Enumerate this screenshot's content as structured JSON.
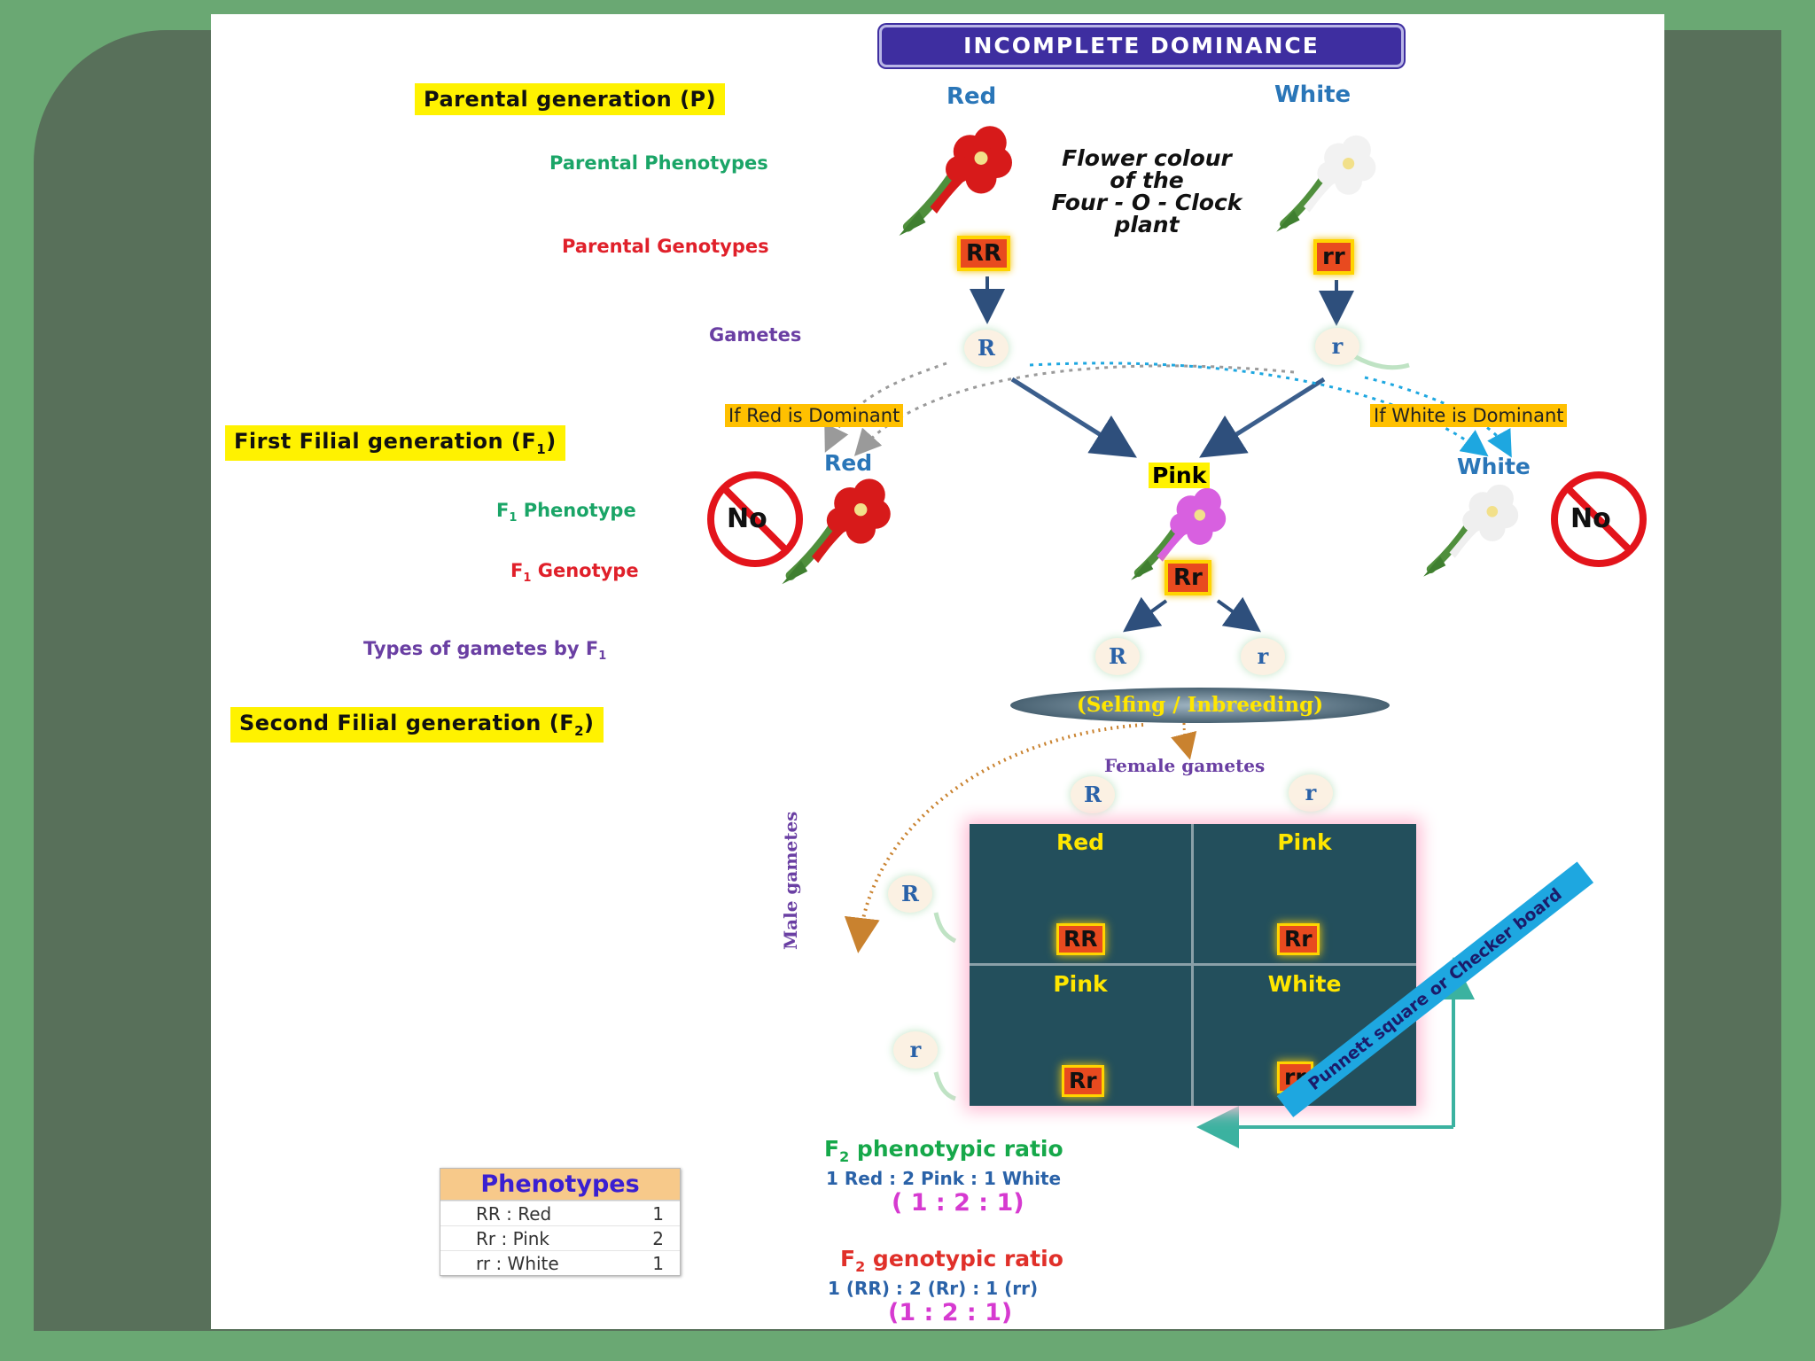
{
  "title": "INCOMPLETE DOMINANCE",
  "row_labels": {
    "parental_generation": "Parental generation (P)",
    "parental_phenotypes": "Parental Phenotypes",
    "parental_genotypes": "Parental Genotypes",
    "gametes": "Gametes",
    "first_filial": "First Filial generation (F",
    "first_filial_sub": "1",
    "first_filial_close": ")",
    "f1_phenotype_pre": "F",
    "f1_phenotype_sub": "1",
    "f1_phenotype_post": " Phenotype",
    "f1_genotype_pre": "F",
    "f1_genotype_sub": "1",
    "f1_genotype_post": " Genotype",
    "types_of_gametes": "Types of gametes by F",
    "types_of_gametes_sub": "1",
    "second_filial": "Second Filial generation (F",
    "second_filial_sub": "2",
    "second_filial_close": ")"
  },
  "parents": {
    "left_label": "Red",
    "right_label": "White",
    "left_genotype": "RR",
    "right_genotype": "rr",
    "left_gamete": "R",
    "right_gamete": "r",
    "caption": [
      "Flower colour",
      "of the",
      "Four - O - Clock",
      "plant"
    ]
  },
  "f1": {
    "if_red": "If Red is Dominant",
    "if_white": "If White is Dominant",
    "red_label": "Red",
    "pink_label": "Pink",
    "white_label": "White",
    "no_text": "No",
    "genotype": "Rr",
    "gamete_1": "R",
    "gamete_2": "r"
  },
  "f2": {
    "selfing": "(Selfing / Inbreeding)",
    "female_gametes": "Female gametes",
    "male_gametes": "Male gametes",
    "female_gamete_1": "R",
    "female_gamete_2": "r",
    "male_gamete_1": "R",
    "male_gamete_2": "r",
    "punnett_label": "Punnett square or Checker board",
    "cells": [
      {
        "phenotype": "Red",
        "genotype": "RR"
      },
      {
        "phenotype": "Pink",
        "genotype": "Rr"
      },
      {
        "phenotype": "Pink",
        "genotype": "Rr"
      },
      {
        "phenotype": "White",
        "genotype": "rr"
      }
    ]
  },
  "phenotypes_table": {
    "header": "Phenotypes",
    "rows": [
      {
        "key": "RR : Red",
        "value": "1"
      },
      {
        "key": "Rr : Pink",
        "value": "2"
      },
      {
        "key": "rr : White",
        "value": "1"
      }
    ]
  },
  "ratios": {
    "pheno_title_pre": "F",
    "pheno_title_sub": "2",
    "pheno_title_post": " phenotypic ratio",
    "pheno_text": "1 Red : 2 Pink : 1 White",
    "pheno_ratio": "( 1 : 2 : 1)",
    "geno_title_pre": "F",
    "geno_title_sub": "2",
    "geno_title_post": " genotypic ratio",
    "geno_text": "1 (RR) : 2 (Rr) : 1 (rr)",
    "geno_ratio": "(1 : 2 : 1)"
  },
  "colors": {
    "red_flower": "#d71a1a",
    "pink_flower": "#d860e0",
    "white_flower": "#f4f4f4",
    "label_yellow": "#fff200",
    "genotype_box": "#e84a1f",
    "punnett_bg": "#234f5c"
  }
}
